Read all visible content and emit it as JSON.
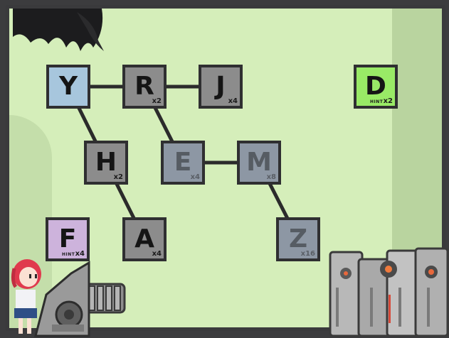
{
  "colors": {
    "board": "#d5eeba",
    "frame": "#3a3a3c",
    "node_default": "#8c8c8c",
    "node_blue": "#a7c6dd",
    "node_purple": "#cdb3dc",
    "node_green": "#99ea66",
    "link": "#2b2b2b"
  },
  "nodes": [
    {
      "id": "Y",
      "letter": "Y",
      "count": "",
      "tag": "",
      "color": "blue"
    },
    {
      "id": "R",
      "letter": "R",
      "count": "x2",
      "tag": "",
      "color": "default"
    },
    {
      "id": "J",
      "letter": "J",
      "count": "x4",
      "tag": "",
      "color": "default"
    },
    {
      "id": "D",
      "letter": "D",
      "count": "x2",
      "tag": "HINT",
      "color": "green"
    },
    {
      "id": "H",
      "letter": "H",
      "count": "x2",
      "tag": "",
      "color": "default"
    },
    {
      "id": "E",
      "letter": "E",
      "count": "x4",
      "tag": "",
      "color": "slate"
    },
    {
      "id": "M",
      "letter": "M",
      "count": "x8",
      "tag": "",
      "color": "slate"
    },
    {
      "id": "F",
      "letter": "F",
      "count": "x4",
      "tag": "HINT",
      "color": "purple"
    },
    {
      "id": "A",
      "letter": "A",
      "count": "x4",
      "tag": "",
      "color": "default"
    },
    {
      "id": "Z",
      "letter": "Z",
      "count": "x16",
      "tag": "",
      "color": "slate"
    }
  ],
  "links": [
    [
      "Y",
      "R"
    ],
    [
      "R",
      "J"
    ],
    [
      "Y",
      "H"
    ],
    [
      "R",
      "E"
    ],
    [
      "E",
      "M"
    ],
    [
      "H",
      "A"
    ],
    [
      "M",
      "Z"
    ]
  ],
  "icons": {
    "character": "girl-character-icon",
    "cannon": "letter-cannon-icon",
    "robots": "robot-army-icon"
  }
}
